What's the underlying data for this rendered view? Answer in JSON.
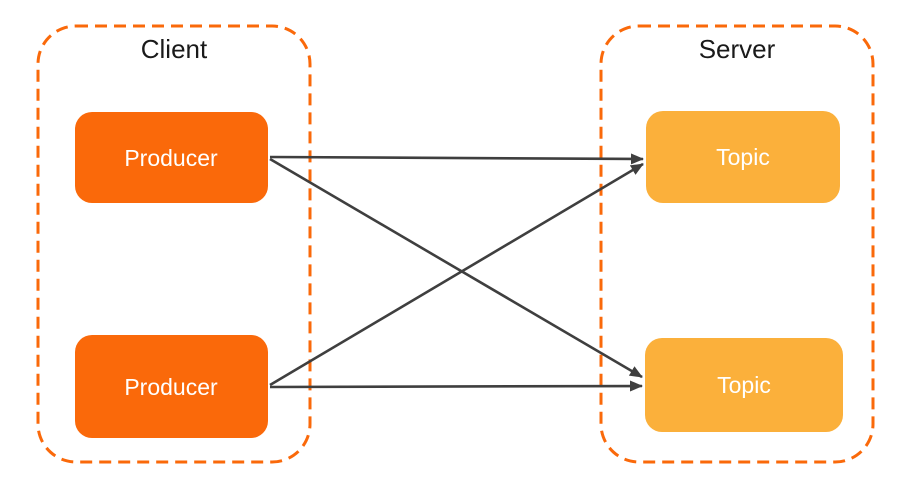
{
  "client": {
    "title": "Client"
  },
  "server": {
    "title": "Server"
  },
  "nodes": {
    "producer1": {
      "label": "Producer"
    },
    "producer2": {
      "label": "Producer"
    },
    "topic1": {
      "label": "Topic"
    },
    "topic2": {
      "label": "Topic"
    }
  },
  "edges": [
    {
      "from": "producer1",
      "to": "topic1"
    },
    {
      "from": "producer1",
      "to": "topic2"
    },
    {
      "from": "producer2",
      "to": "topic1"
    },
    {
      "from": "producer2",
      "to": "topic2"
    }
  ],
  "colors": {
    "producer_fill": "#FA690A",
    "topic_fill": "#FBB03B",
    "container_stroke": "#FA690A",
    "arrow": "#3F3F3F",
    "title_text": "#1A1A1A",
    "node_text": "#FFFFFF",
    "background": "#FFFFFF"
  }
}
